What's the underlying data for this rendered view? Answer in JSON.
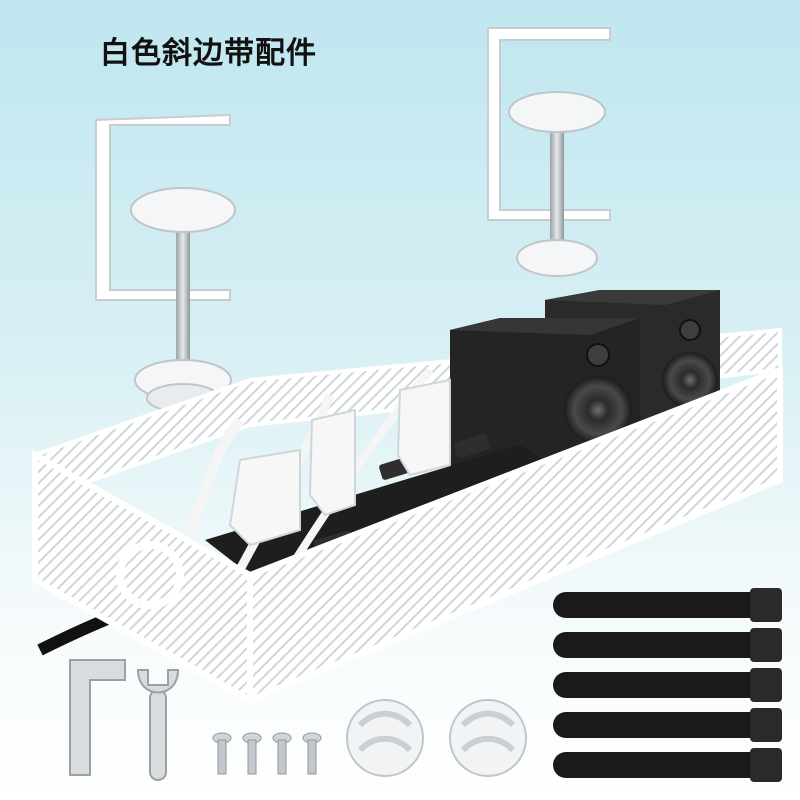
{
  "title": "白色斜边带配件",
  "colors": {
    "background_top": "#bfe6ef",
    "tray": "#ffffff",
    "power_strip": "#1e1e1e",
    "speaker": "#2a2a2a",
    "strap": "#1a1a1a"
  },
  "items": {
    "clamps": 2,
    "speakers": 2,
    "cable_straps": 5,
    "screws": 4,
    "cable_clips": 2
  },
  "icons": [
    "hex-key-icon",
    "wrench-icon",
    "screw-icon",
    "cable-clip-icon",
    "velcro-strap-icon"
  ]
}
